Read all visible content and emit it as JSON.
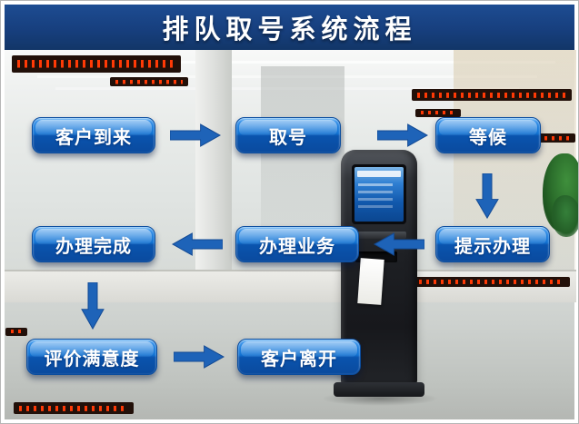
{
  "title": "排队取号系统流程",
  "flow": {
    "nodes": [
      {
        "id": "customer-arrive",
        "label": "客户到来"
      },
      {
        "id": "take-number",
        "label": "取号"
      },
      {
        "id": "wait",
        "label": "等候"
      },
      {
        "id": "prompt-handle",
        "label": "提示办理"
      },
      {
        "id": "handle-business",
        "label": "办理业务"
      },
      {
        "id": "handle-complete",
        "label": "办理完成"
      },
      {
        "id": "rate-satisfaction",
        "label": "评价满意度"
      },
      {
        "id": "customer-leave",
        "label": "客户离开"
      }
    ],
    "edges": [
      {
        "from": "customer-arrive",
        "to": "take-number",
        "direction": "right"
      },
      {
        "from": "take-number",
        "to": "wait",
        "direction": "right"
      },
      {
        "from": "wait",
        "to": "prompt-handle",
        "direction": "down"
      },
      {
        "from": "prompt-handle",
        "to": "handle-business",
        "direction": "left"
      },
      {
        "from": "handle-business",
        "to": "handle-complete",
        "direction": "left"
      },
      {
        "from": "handle-complete",
        "to": "rate-satisfaction",
        "direction": "down"
      },
      {
        "from": "rate-satisfaction",
        "to": "customer-leave",
        "direction": "right"
      }
    ]
  },
  "colors": {
    "header_bg": "#173f7e",
    "node_gradient_top": "#6cb7f5",
    "node_gradient_bottom": "#0a4a9e",
    "arrow": "#1e63b8",
    "text": "#ffffff",
    "led_red": "#ff3a06"
  }
}
